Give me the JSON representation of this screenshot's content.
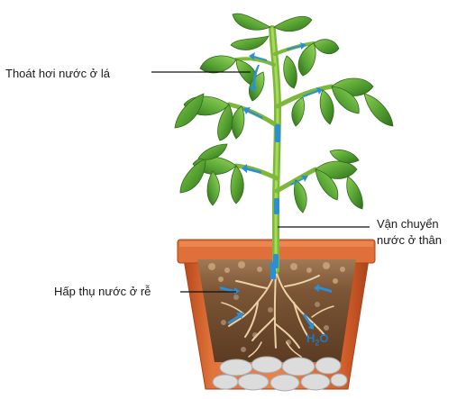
{
  "labels": {
    "leaf_transpiration": "Thoát hơi nước ở lá",
    "stem_transport_line1": "Vận chuyển",
    "stem_transport_line2": "nước ở thân",
    "root_absorption": "Hấp thụ nước ở rễ",
    "water_h": "H",
    "water_sub": "2",
    "water_o": "O"
  },
  "colors": {
    "leaf": "#4f9a2e",
    "leaf_light": "#7fc04a",
    "stem": "#8cc63f",
    "water_arrow": "#2b8fd6",
    "pot": "#d9622b",
    "pot_dark": "#b44c1f",
    "soil": "#7a5638",
    "soil_dark": "#5a3d28",
    "roots": "#e9cfa3",
    "stones": "#d8d8d8"
  },
  "icons": [
    "plant-illustration",
    "water-arrow-icon",
    "pot-illustration"
  ]
}
